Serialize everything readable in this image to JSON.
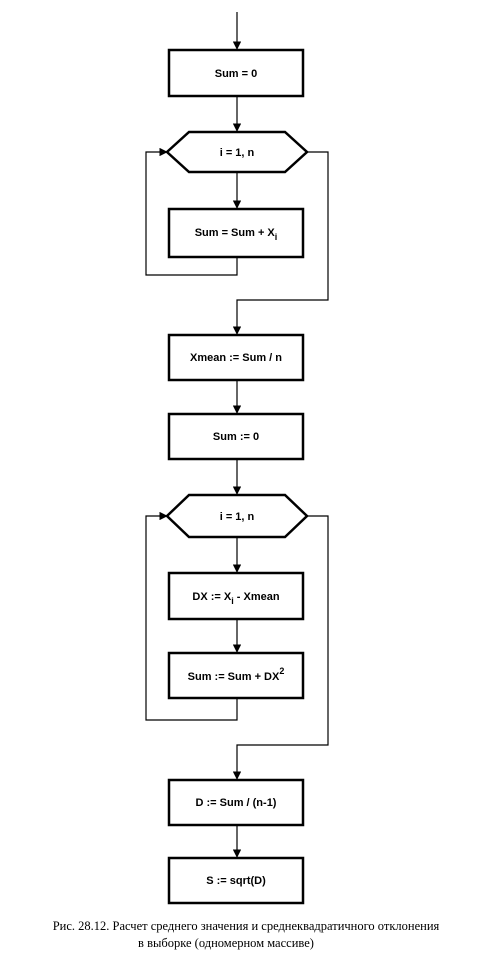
{
  "diagram": {
    "nodes": {
      "sum_init_1": {
        "text": "Sum = 0"
      },
      "loop_1": {
        "text": "i = 1, n"
      },
      "sum_add": {
        "base": "Sum = Sum + X",
        "sub": "i"
      },
      "xmean": {
        "text": "Xmean := Sum / n"
      },
      "sum_init_2": {
        "text": "Sum := 0"
      },
      "loop_2": {
        "text": "i = 1, n"
      },
      "dx": {
        "pre": "DX := X",
        "sub": "i",
        "post": " - Xmean"
      },
      "sum_sq": {
        "base": "Sum := Sum + DX",
        "sup": "2"
      },
      "d_calc": {
        "text": "D := Sum / (n-1)"
      },
      "s_calc": {
        "text": "S := sqrt(D)"
      }
    }
  },
  "caption": {
    "line1": "Рис. 28.12. Расчет среднего значения и среднеквадратичного отклонения",
    "line2": "в выборке (одномерном массиве)"
  }
}
